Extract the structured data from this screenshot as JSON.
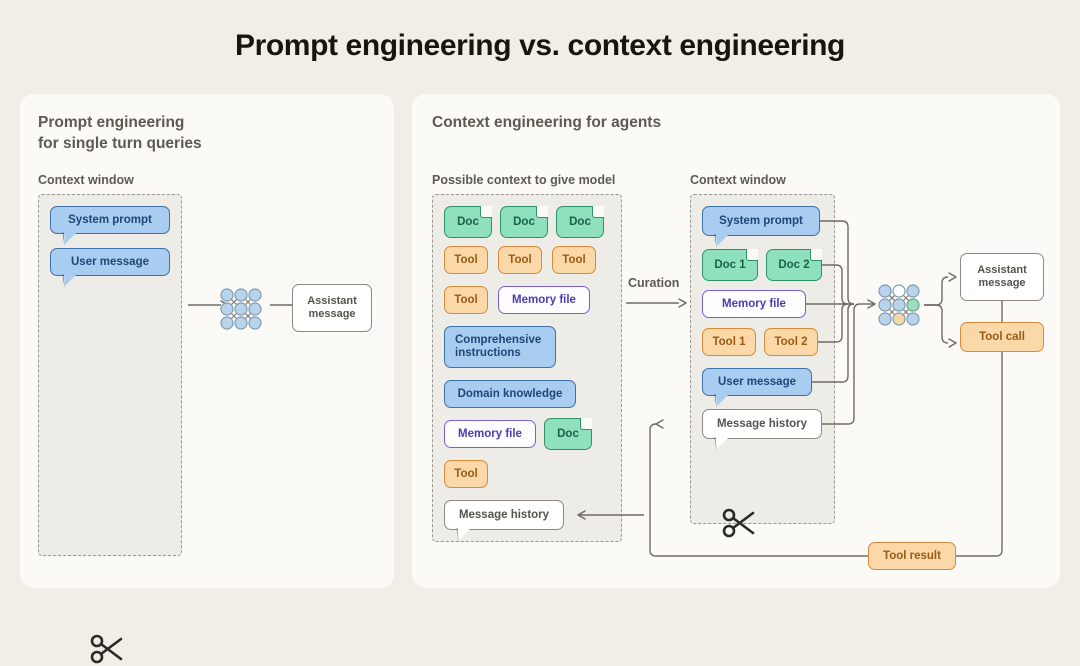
{
  "title": "Prompt engineering vs. context engineering",
  "left_panel": {
    "heading": "Prompt engineering\nfor single turn queries",
    "context_window_label": "Context window",
    "nodes": [
      {
        "label": "System prompt",
        "type": "blue-bubble"
      },
      {
        "label": "User message",
        "type": "blue-bubble"
      }
    ],
    "output": {
      "label": "Assistant\nmessage",
      "type": "white-box"
    },
    "model_icon": "neural-network-icon",
    "scissors_icon": "scissors-icon"
  },
  "right_panel": {
    "heading": "Context engineering for agents",
    "possible_context_label": "Possible context to give model",
    "context_window_label": "Context window",
    "curation_label": "Curation",
    "possible_context_nodes": [
      {
        "label": "Doc",
        "type": "doc"
      },
      {
        "label": "Doc",
        "type": "doc"
      },
      {
        "label": "Doc",
        "type": "doc"
      },
      {
        "label": "Tool",
        "type": "tool"
      },
      {
        "label": "Tool",
        "type": "tool"
      },
      {
        "label": "Tool",
        "type": "tool"
      },
      {
        "label": "Tool",
        "type": "tool"
      },
      {
        "label": "Memory file",
        "type": "memory"
      },
      {
        "label": "Comprehensive\ninstructions",
        "type": "instruction"
      },
      {
        "label": "Domain knowledge",
        "type": "instruction"
      },
      {
        "label": "Memory file",
        "type": "memory"
      },
      {
        "label": "Doc",
        "type": "doc"
      },
      {
        "label": "Tool",
        "type": "tool"
      },
      {
        "label": "Message history",
        "type": "white-bubble"
      }
    ],
    "context_window_nodes": [
      {
        "label": "System prompt",
        "type": "blue-bubble"
      },
      {
        "label": "Doc 1",
        "type": "doc"
      },
      {
        "label": "Doc 2",
        "type": "doc"
      },
      {
        "label": "Memory file",
        "type": "memory"
      },
      {
        "label": "Tool 1",
        "type": "tool"
      },
      {
        "label": "Tool 2",
        "type": "tool"
      },
      {
        "label": "User message",
        "type": "blue-bubble"
      },
      {
        "label": "Message history",
        "type": "white-bubble"
      }
    ],
    "outputs": [
      {
        "label": "Assistant\nmessage",
        "type": "white-box"
      },
      {
        "label": "Tool call",
        "type": "tool"
      },
      {
        "label": "Tool result",
        "type": "tool"
      }
    ],
    "model_icon": "neural-network-icon",
    "scissors_icon": "scissors-icon"
  },
  "colors": {
    "page_background": "#f0eee6",
    "panel_background": "#fbfaf7",
    "blue": "#a9cdf1",
    "green": "#8fe0bd",
    "orange": "#fbd8a8",
    "purple_border": "#7b5fd6",
    "line": "#6e6b63"
  }
}
